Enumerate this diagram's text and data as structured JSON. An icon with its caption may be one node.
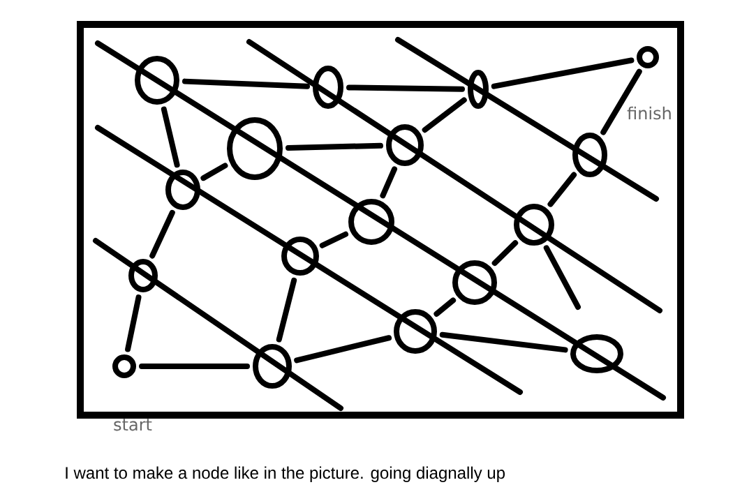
{
  "diagram": {
    "caption": "I want to make a node like in the picture. going diagnally up",
    "nodes": [
      {
        "text": [],
        "shape": "circle"
      },
      {
        "text": [],
        "shape": "circle"
      },
      {
        "text": [],
        "shape": "circle"
      },
      {
        "text": [],
        "shape": "circle",
        "beside": [
          "finish"
        ]
      },
      {
        "text": [],
        "shape": "circle"
      },
      {
        "text": [],
        "shape": "circle"
      },
      {
        "text": [],
        "shape": "circle"
      },
      {
        "text": [],
        "shape": "circle"
      },
      {
        "text": [],
        "shape": "circle"
      },
      {
        "text": [],
        "shape": "circle"
      },
      {
        "text": [],
        "shape": "circle"
      },
      {
        "text": [],
        "shape": "circle"
      },
      {
        "text": [],
        "shape": "circle"
      },
      {
        "text": [],
        "shape": "circle"
      },
      {
        "text": [],
        "shape": "circle"
      },
      {
        "text": [],
        "shape": "circle",
        "beside": [
          "start"
        ]
      },
      {
        "text": [],
        "shape": "circle"
      }
    ],
    "edges": [
      {
        "from": 0,
        "to": 1,
        "arrow": "none"
      },
      {
        "from": 1,
        "to": 2,
        "arrow": "none"
      },
      {
        "from": 2,
        "to": 3,
        "arrow": "none"
      },
      {
        "from": 3,
        "to": 6,
        "arrow": "none"
      },
      {
        "from": 0,
        "to": 7,
        "arrow": "none"
      },
      {
        "from": 7,
        "to": 4,
        "arrow": "none"
      },
      {
        "from": 4,
        "to": 5,
        "arrow": "none"
      },
      {
        "from": 2,
        "to": 5,
        "arrow": "none"
      },
      {
        "from": 5,
        "to": 8,
        "arrow": "none"
      },
      {
        "from": 6,
        "to": 9,
        "arrow": "none"
      },
      {
        "from": 8,
        "to": 10,
        "arrow": "none"
      },
      {
        "from": 7,
        "to": 11,
        "arrow": "none"
      },
      {
        "from": 9,
        "to": 12,
        "arrow": "none"
      },
      {
        "from": 9,
        "to": null,
        "arrow": "none"
      },
      {
        "from": 12,
        "to": 13,
        "arrow": "none"
      },
      {
        "from": 10,
        "to": 16,
        "arrow": "none"
      },
      {
        "from": 11,
        "to": 15,
        "arrow": "none"
      },
      {
        "from": 15,
        "to": 16,
        "arrow": "none"
      },
      {
        "from": 16,
        "to": 13,
        "arrow": "none"
      },
      {
        "from": 13,
        "to": 14,
        "arrow": "none"
      }
    ]
  }
}
